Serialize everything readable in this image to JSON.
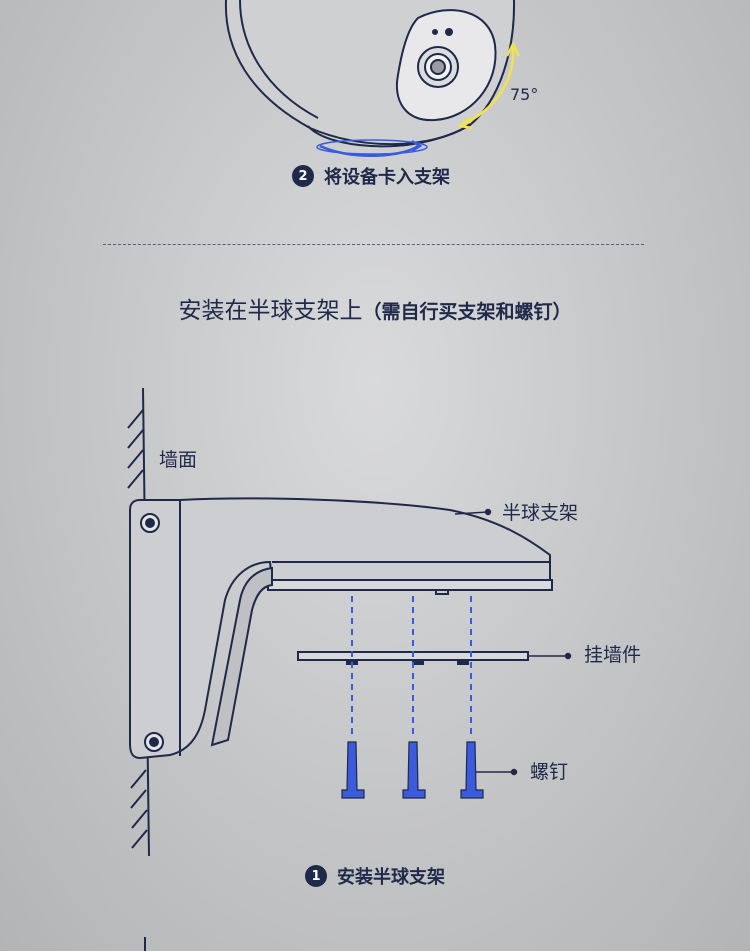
{
  "top_section": {
    "angle_label": "75°",
    "step": {
      "number": "2",
      "text": "将设备卡入支架"
    }
  },
  "main_section": {
    "heading": "安装在半球支架上",
    "heading_note": "（需自行买支架和螺钉）",
    "labels": {
      "wall": "墙面",
      "bracket": "半球支架",
      "plate": "挂墙件",
      "screw": "螺钉"
    },
    "step": {
      "number": "1",
      "text": "安装半球支架"
    }
  },
  "colors": {
    "line": "#1f2a4a",
    "screw": "#3a5bdc",
    "arrow_yellow": "#f0e44a",
    "arrow_blue": "#3a5bdc"
  }
}
